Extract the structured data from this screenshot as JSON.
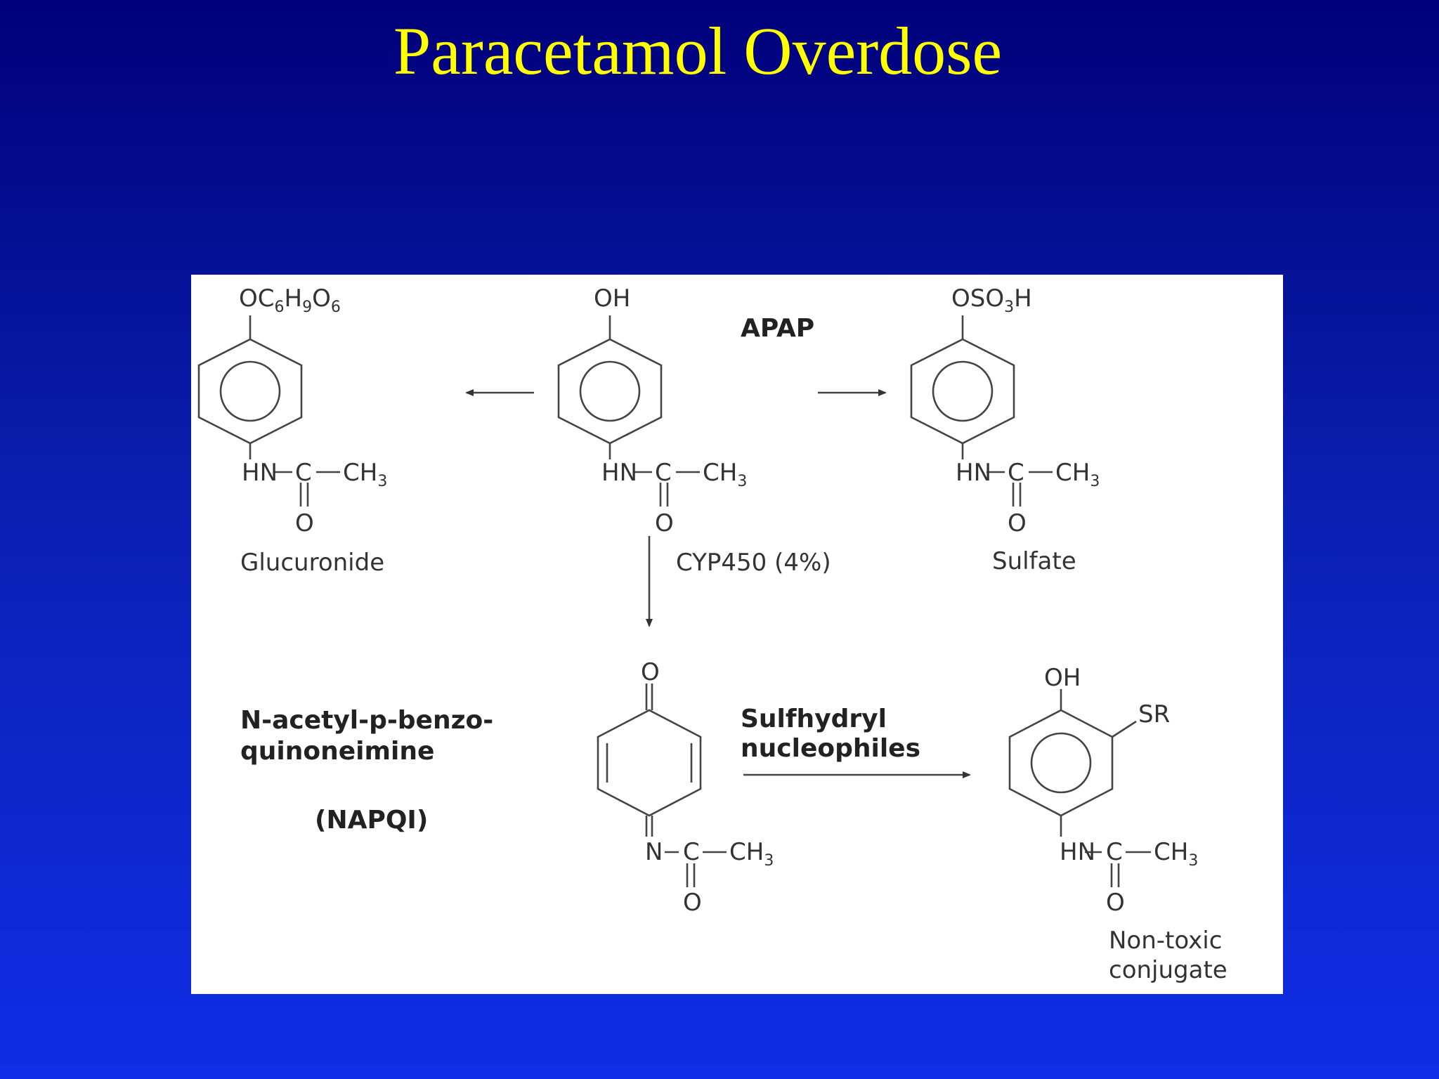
{
  "slide": {
    "title": "Paracetamol Overdose"
  },
  "diagram": {
    "apap": {
      "label": "APAP",
      "top_group": "OH",
      "hn": "HN",
      "c": "C",
      "ch": "CH",
      "ch_sub": "3",
      "o": "O"
    },
    "glucuronide": {
      "top_group_parts": [
        "OC",
        "6",
        "H",
        "9",
        "O",
        "6"
      ],
      "hn": "HN",
      "c": "C",
      "ch": "CH",
      "ch_sub": "3",
      "o": "O",
      "caption": "Glucuronide"
    },
    "sulfate": {
      "top_group_parts": [
        "OSO",
        "3",
        "H"
      ],
      "hn": "HN",
      "c": "C",
      "ch": "CH",
      "ch_sub": "3",
      "o": "O",
      "caption": "Sulfate"
    },
    "cyp_label": "CYP450 (4%)",
    "napqi": {
      "name_line1": "N-acetyl-p-benzo-",
      "name_line2": "quinoneimine",
      "abbrev": "(NAPQI)",
      "top_group": "O",
      "n": "N",
      "c": "C",
      "ch": "CH",
      "ch_sub": "3",
      "o": "O"
    },
    "sulfhydryl": {
      "line1": "Sulfhydryl",
      "line2": "nucleophiles"
    },
    "conjugate": {
      "top_group": "OH",
      "side_group": "SR",
      "hn": "HN",
      "c": "C",
      "ch": "CH",
      "ch_sub": "3",
      "o": "O",
      "caption_line1": "Non-toxic",
      "caption_line2": "conjugate"
    }
  }
}
